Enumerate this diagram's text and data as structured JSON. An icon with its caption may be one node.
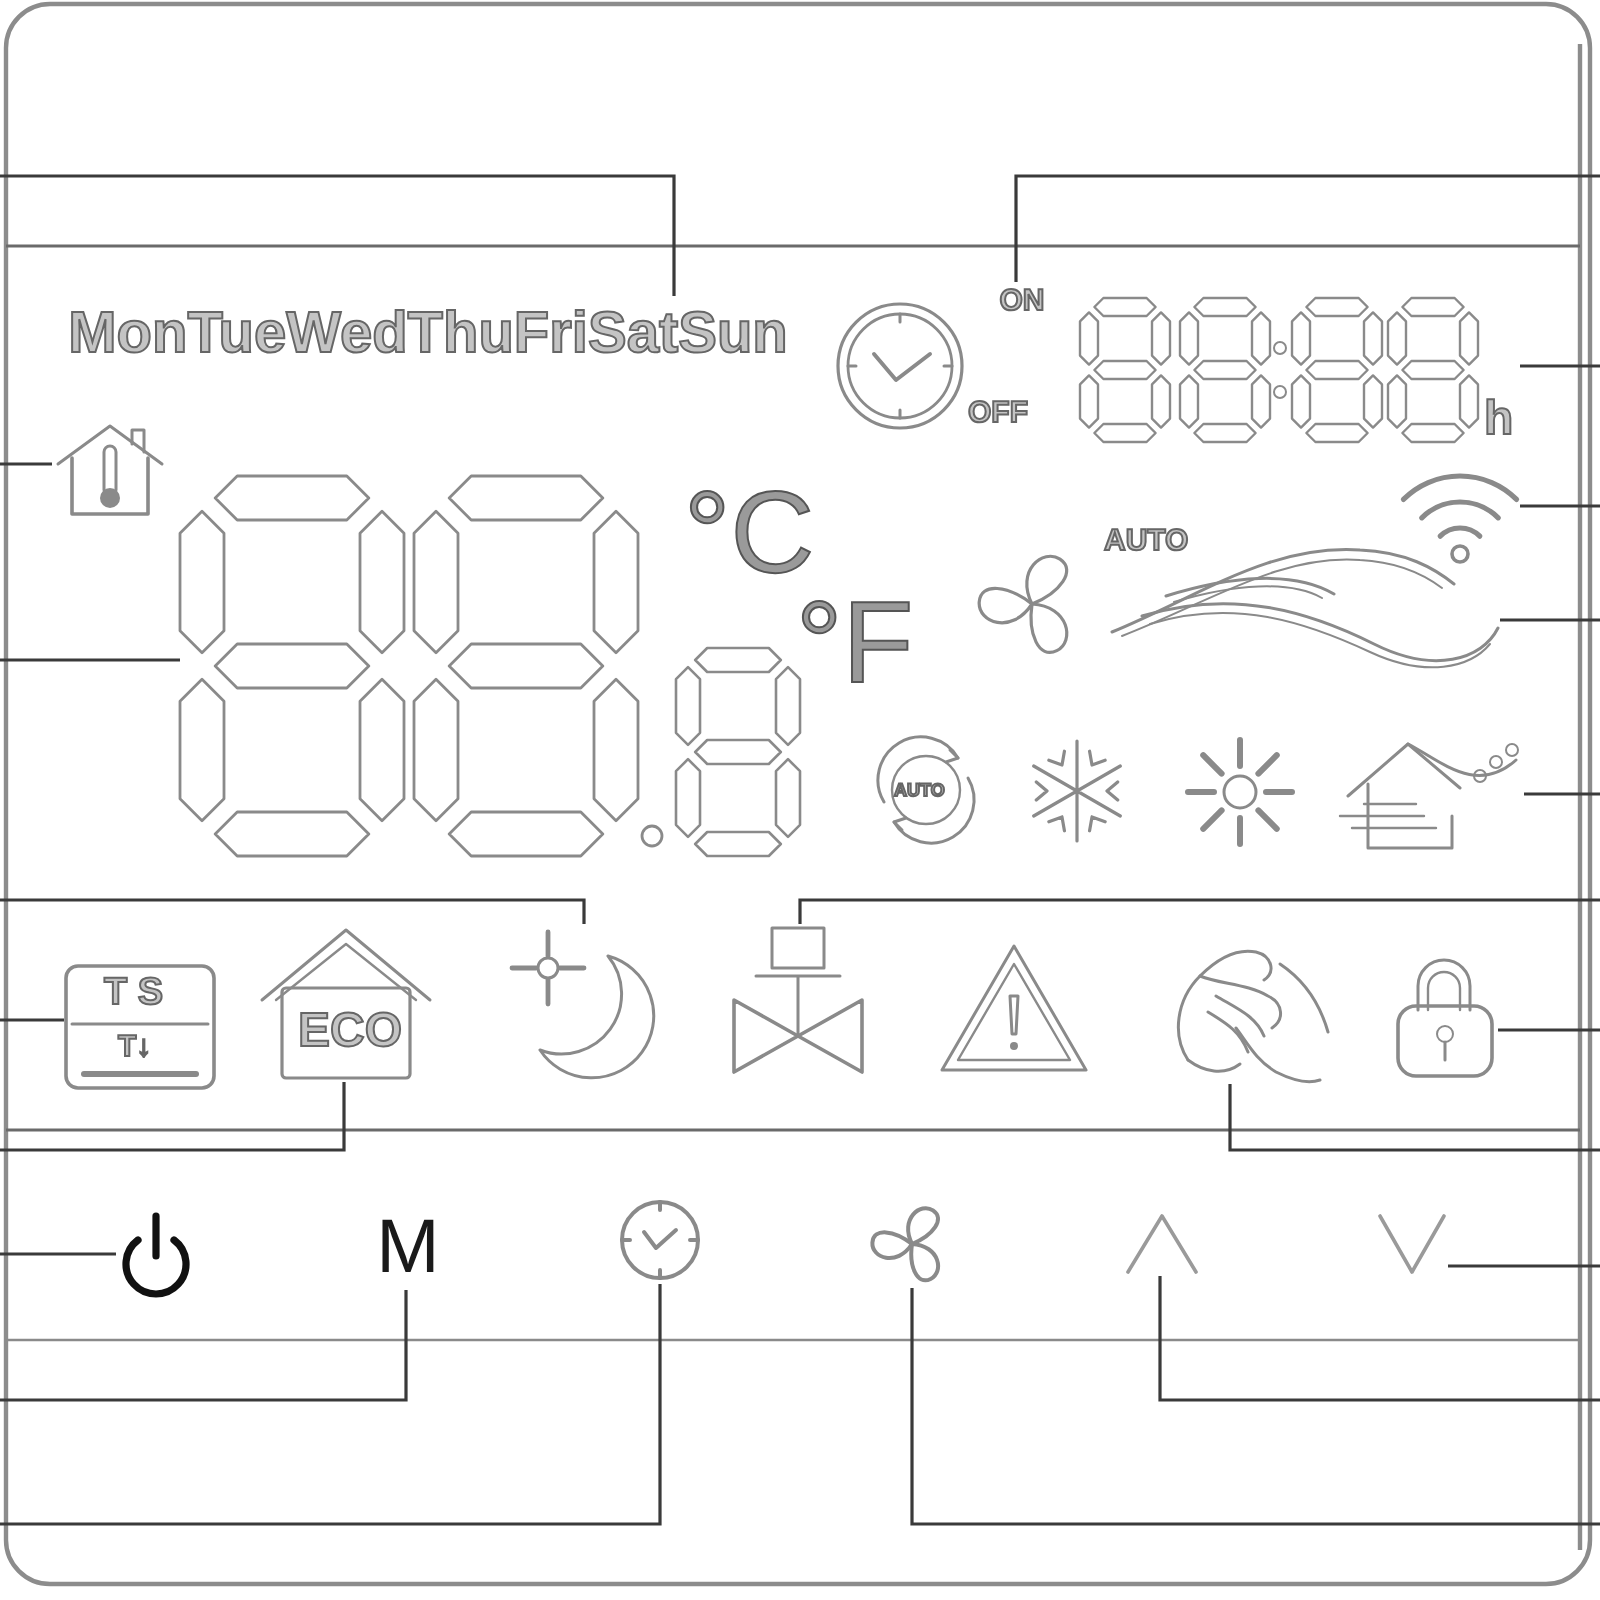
{
  "diagram": {
    "nodes": [
      {
        "text": [
          "MonTueWedThuFriSatSun"
        ]
      },
      {
        "text": [
          "ON"
        ]
      },
      {
        "text": [
          "h"
        ]
      },
      {
        "text": [],
        "shape": "picture"
      },
      {
        "text": [],
        "shape": "picture"
      },
      {
        "text": [],
        "shape": "picture"
      },
      {
        "text": [],
        "shape": "picture"
      },
      {
        "text": [],
        "shape": "picture"
      },
      {
        "text": [],
        "shape": "picture"
      },
      {
        "text": [],
        "shape": "picture"
      },
      {
        "text": [
          "T S",
          "T↓"
        ]
      },
      {
        "text": [
          "ECO"
        ]
      },
      {
        "text": [],
        "shape": "picture"
      },
      {
        "text": [],
        "shape": "picture"
      },
      {
        "text": [],
        "shape": "picture"
      },
      {
        "text": [
          "M"
        ]
      },
      {
        "text": [],
        "shape": "picture"
      },
      {
        "text": [],
        "shape": "picture"
      },
      {
        "text": [],
        "shape": "picture"
      },
      {
        "text": [],
        "shape": "picture"
      }
    ],
    "edges": [
      {
        "from": null,
        "to": 0,
        "arrow": "none"
      },
      {
        "from": null,
        "to": 1,
        "arrow": "none"
      },
      {
        "from": null,
        "to": 2,
        "arrow": "none"
      },
      {
        "from": null,
        "to": 3,
        "arrow": "none"
      },
      {
        "from": null,
        "to": 4,
        "arrow": "none"
      },
      {
        "from": null,
        "to": 5,
        "arrow": "none"
      },
      {
        "from": null,
        "to": 6,
        "arrow": "none"
      },
      {
        "from": null,
        "to": 7,
        "arrow": "none"
      },
      {
        "from": null,
        "to": 8,
        "arrow": "none"
      },
      {
        "from": null,
        "to": 9,
        "arrow": "none"
      },
      {
        "from": null,
        "to": 10,
        "arrow": "none"
      },
      {
        "from": null,
        "to": 11,
        "arrow": "none"
      },
      {
        "from": null,
        "to": 12,
        "arrow": "none"
      },
      {
        "from": null,
        "to": 13,
        "arrow": "none"
      },
      {
        "from": null,
        "to": 14,
        "arrow": "none"
      },
      {
        "from": null,
        "to": 15,
        "arrow": "none"
      },
      {
        "from": null,
        "to": 16,
        "arrow": "none"
      },
      {
        "from": null,
        "to": 17,
        "arrow": "none"
      },
      {
        "from": null,
        "to": 18,
        "arrow": "none"
      },
      {
        "from": null,
        "to": 19,
        "arrow": "none"
      }
    ],
    "labels": [
      "OFF",
      "°C",
      "AUTO",
      "°F",
      "AUTO"
    ]
  }
}
